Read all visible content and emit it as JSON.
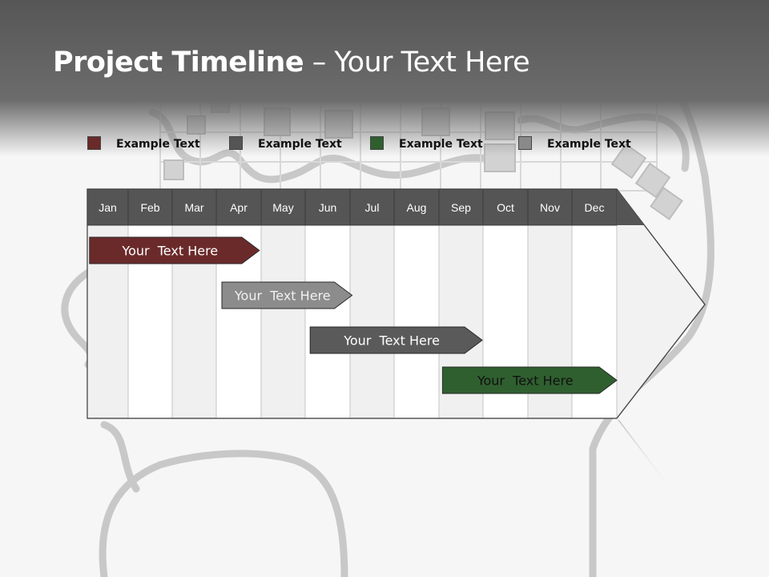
{
  "title": {
    "bold": "Project Timeline",
    "rest": " – Your Text Here"
  },
  "legend": [
    {
      "label": "Example Text",
      "color": "#6b2a2a"
    },
    {
      "label": "Example Text",
      "color": "#555555"
    },
    {
      "label": "Example Text",
      "color": "#2f5f2f"
    },
    {
      "label": "Example Text",
      "color": "#8a8a8a"
    }
  ],
  "months": [
    "Jan",
    "Feb",
    "Mar",
    "Apr",
    "May",
    "Jun",
    "Jul",
    "Aug",
    "Sep",
    "Oct",
    "Nov",
    "Dec"
  ],
  "tasks": [
    {
      "label": "Your  Text Here",
      "start": 0.05,
      "end": 3.9,
      "color": "#6b2a2a",
      "text_color": "#ffffff"
    },
    {
      "label": "Your  Text Here",
      "start": 3.05,
      "end": 6.0,
      "color": "#8c8c8c",
      "text_color": "#f0f0f0"
    },
    {
      "label": "Your  Text Here",
      "start": 5.05,
      "end": 8.95,
      "color": "#5a5a5a",
      "text_color": "#ffffff"
    },
    {
      "label": "Your  Text Here",
      "start": 8.05,
      "end": 12.0,
      "color": "#2f5f2f",
      "text_color": "#111111"
    }
  ],
  "colors": {
    "header_month_bg": "#555555",
    "col_shade": "#f0f0f0",
    "col_white": "#ffffff",
    "arrow_fill": "#f2f2f2"
  }
}
